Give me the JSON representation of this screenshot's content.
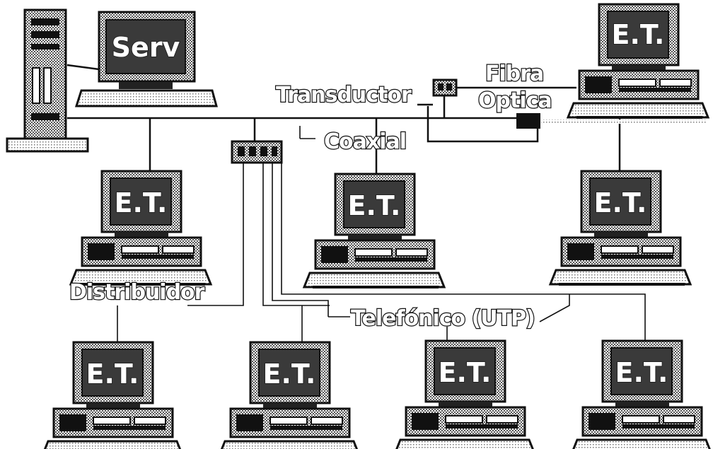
{
  "labels": {
    "server_screen": "Serv",
    "workstation": "E.T.",
    "transducer": "Transductor",
    "fiber": "Fibra",
    "fiber2": "Optica",
    "coax": "Coaxial",
    "distributor": "Distribuidor",
    "utp": "Telefónico (UTP)"
  },
  "colors": {
    "ink": "#111111",
    "screen": "#3a3a3a",
    "paper": "#ffffff",
    "dither": "#9a9a9a"
  }
}
